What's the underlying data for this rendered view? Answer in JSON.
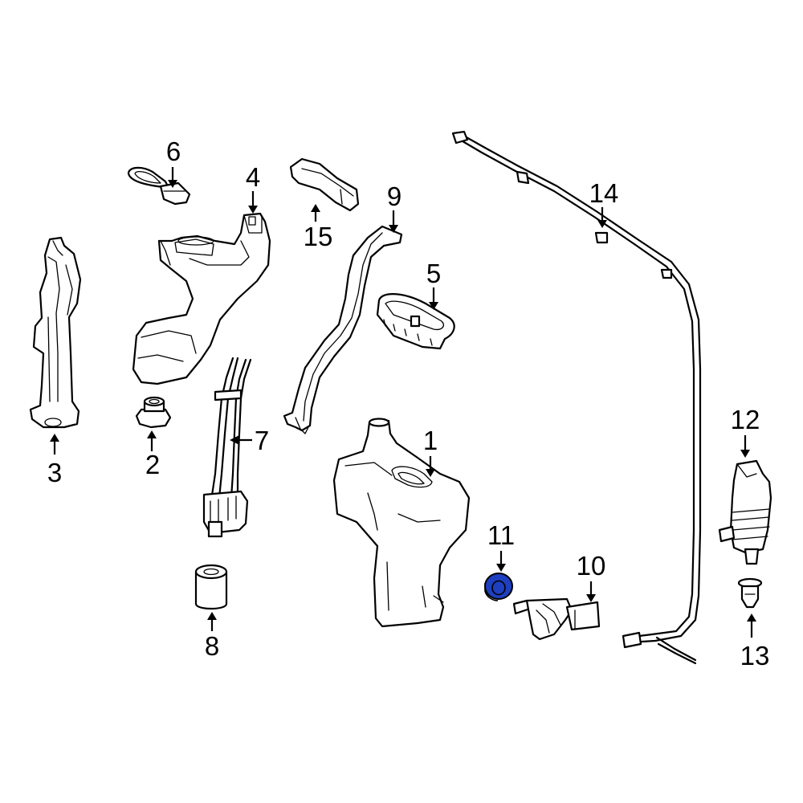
{
  "diagram": {
    "highlight_color": "#1e3fbf",
    "highlighted_part": "11",
    "callouts": {
      "c1": "1",
      "c2": "2",
      "c3": "3",
      "c4": "4",
      "c5": "5",
      "c6": "6",
      "c7": "7",
      "c8": "8",
      "c9": "9",
      "c10": "10",
      "c11": "11",
      "c12": "12",
      "c13": "13",
      "c14": "14",
      "c15": "15"
    }
  }
}
